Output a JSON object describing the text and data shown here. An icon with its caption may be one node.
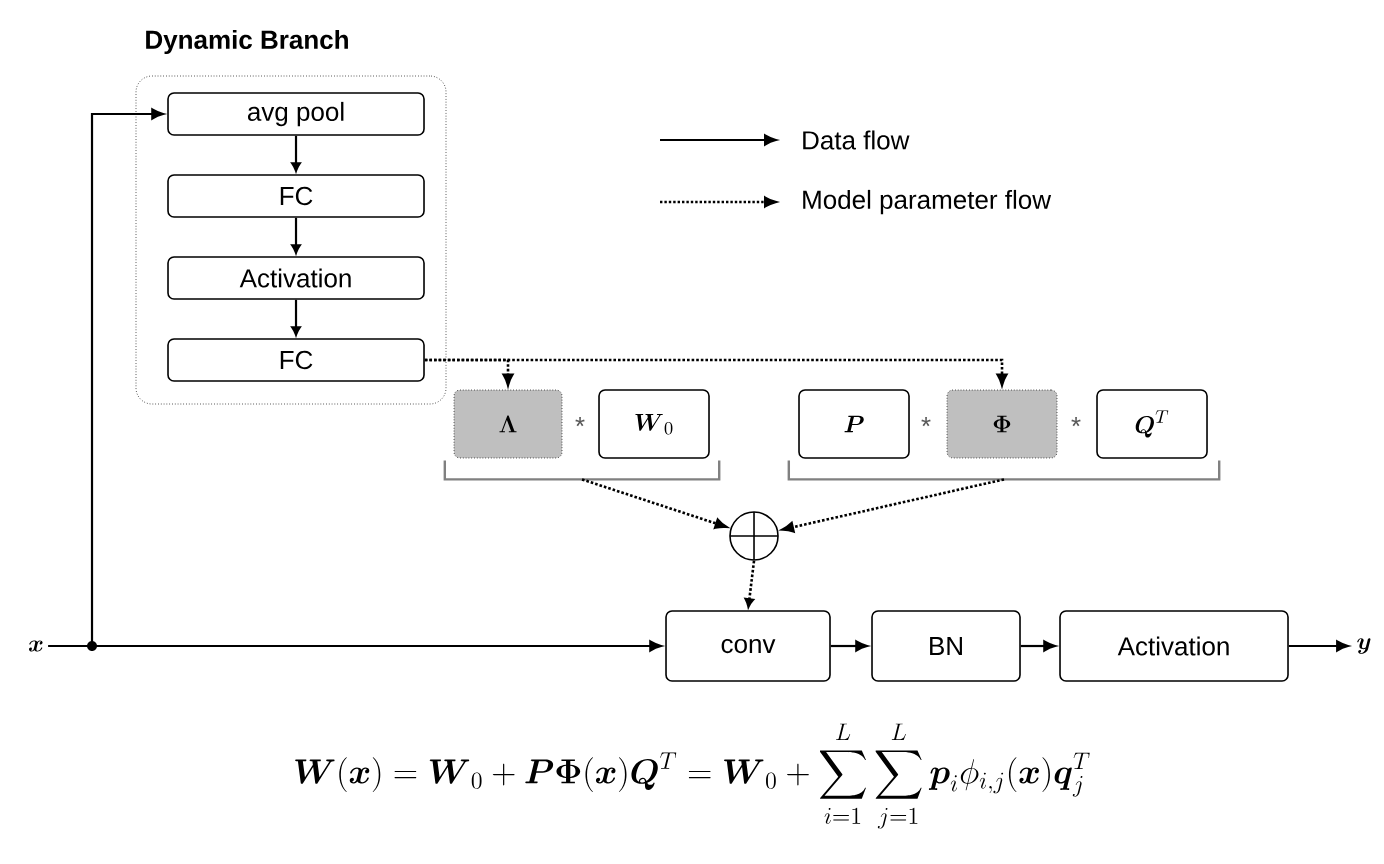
{
  "diagram": {
    "nodes": [
      {
        "text": [
          "Dynamic Branch"
        ]
      },
      {
        "text": [
          "avg pool"
        ],
        "in": 0
      },
      {
        "text": [
          "FC"
        ],
        "in": 0
      },
      {
        "text": [
          "Activation"
        ],
        "in": 0
      },
      {
        "text": [
          "FC"
        ],
        "in": 0
      },
      {
        "text": [
          "\\boldsymbol{\\Lambda}"
        ]
      },
      {
        "text": [
          "\\boldsymbol{W}_0"
        ]
      },
      {
        "text": [
          "\\boldsymbol{P}"
        ]
      },
      {
        "text": [
          "\\boldsymbol{\\Phi}"
        ]
      },
      {
        "text": [
          "\\boldsymbol{Q}^T"
        ]
      },
      {
        "text": [],
        "shape": "circle"
      },
      {
        "text": [
          "\\boldsymbol{x}"
        ]
      },
      {
        "text": [
          "conv"
        ]
      },
      {
        "text": [
          "BN"
        ]
      },
      {
        "text": [
          "Activation"
        ]
      },
      {
        "text": [
          "\\boldsymbol{y}"
        ]
      },
      {
        "text": [],
        "shape": "bracket"
      },
      {
        "text": [],
        "shape": "bracket"
      }
    ],
    "edges": [
      {
        "from": 11,
        "to": 1,
        "arrow": "to"
      },
      {
        "from": 11,
        "to": 12,
        "arrow": "to"
      },
      {
        "from": 1,
        "to": 2,
        "arrow": "to"
      },
      {
        "from": 2,
        "to": 3,
        "arrow": "to"
      },
      {
        "from": 3,
        "to": 4,
        "arrow": "to"
      },
      {
        "from": 4,
        "to": 5,
        "arrow": "to",
        "style": "dashed"
      },
      {
        "from": 4,
        "to": 8,
        "arrow": "to",
        "style": "dashed"
      },
      {
        "from": 16,
        "to": 10,
        "arrow": "to",
        "style": "dashed"
      },
      {
        "from": 17,
        "to": 10,
        "arrow": "to",
        "style": "dashed"
      },
      {
        "from": 10,
        "to": 12,
        "arrow": "to",
        "style": "dashed"
      },
      {
        "from": 12,
        "to": 13,
        "arrow": "to"
      },
      {
        "from": 13,
        "to": 14,
        "arrow": "to"
      },
      {
        "from": 14,
        "to": 15,
        "arrow": "to"
      }
    ],
    "labels": [
      "*",
      "*",
      "*",
      "\\boldsymbol{W}(\\boldsymbol{x}) = \\boldsymbol{W}_0 + \\boldsymbol{P}\\boldsymbol{\\Phi}(\\boldsymbol{x})\\boldsymbol{Q}^T = \\boldsymbol{W}_0 + \\sum_{i=1}^{L}\\sum_{j=1}^{L}\\boldsymbol{p}_i\\phi_{i,j}(\\boldsymbol{x})\\boldsymbol{q}_j^T"
    ],
    "legend": [
      {
        "text": "Data flow"
      },
      {
        "text": "Model parameter flow"
      }
    ]
  }
}
